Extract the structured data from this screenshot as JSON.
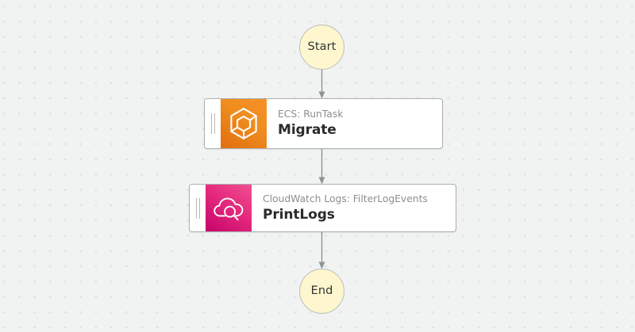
{
  "canvas": {
    "background_color": "#f1f3f3",
    "dot_color": "#dcdfdf"
  },
  "graph": {
    "start_node": {
      "label": "Start",
      "shape": "circle",
      "fill": "#fdf6ce",
      "border": "#b9bcb8"
    },
    "end_node": {
      "label": "End",
      "shape": "circle",
      "fill": "#fdf6ce",
      "border": "#b9bcb8"
    },
    "states": [
      {
        "id": "migrate",
        "resource": "ECS: RunTask",
        "name": "Migrate",
        "icon": "ecs-container-hexagon-icon",
        "accent_from": "#f79125",
        "accent_to": "#e06d10"
      },
      {
        "id": "printlogs",
        "resource": "CloudWatch Logs: FilterLogEvents",
        "name": "PrintLogs",
        "icon": "cloudwatch-logs-cloud-search-icon",
        "accent_from": "#f0508f",
        "accent_to": "#c5046a"
      }
    ],
    "edges": [
      {
        "from": "Start",
        "to": "Migrate"
      },
      {
        "from": "Migrate",
        "to": "PrintLogs"
      },
      {
        "from": "PrintLogs",
        "to": "End"
      }
    ],
    "edge_color": "#8f9293"
  }
}
